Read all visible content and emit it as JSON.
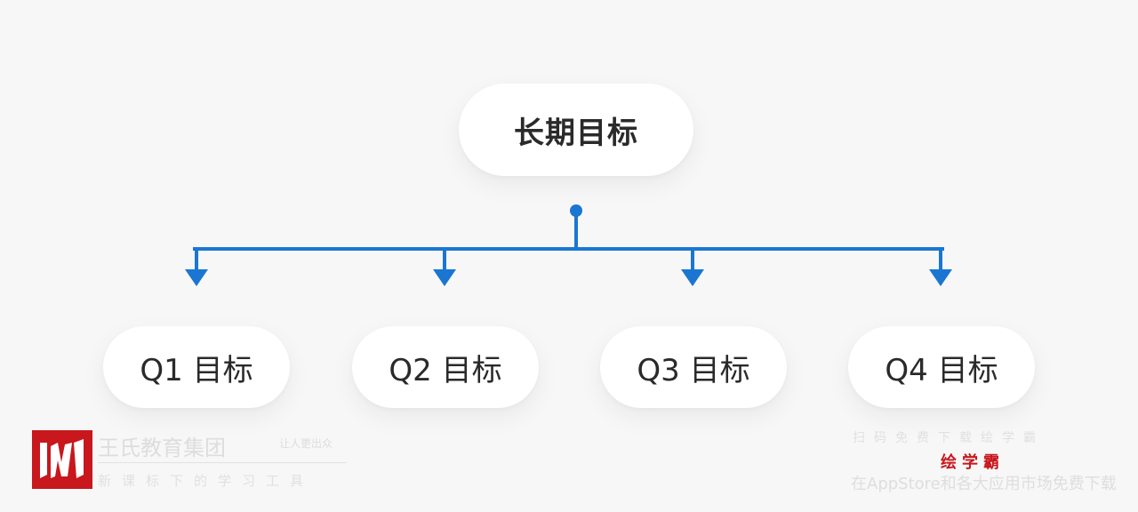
{
  "diagram": {
    "root": {
      "label": "长期目标"
    },
    "children": [
      {
        "label": "Q1 目标"
      },
      {
        "label": "Q2 目标"
      },
      {
        "label": "Q3 目标"
      },
      {
        "label": "Q4 目标"
      }
    ]
  },
  "colors": {
    "connector": "#1a76d2",
    "node_bg": "#ffffff",
    "text": "#2a2a2a",
    "watermark_red": "#c8171d"
  },
  "watermark_left": {
    "brand": "王氏教育集团",
    "brand_sub": "让人更出众",
    "slogan": "新课标下的学习工具"
  },
  "watermark_right": {
    "line1": "扫码免费下载绘学霸",
    "brand": "绘学霸",
    "line3": "在AppStore和各大应用市场免费下载"
  }
}
